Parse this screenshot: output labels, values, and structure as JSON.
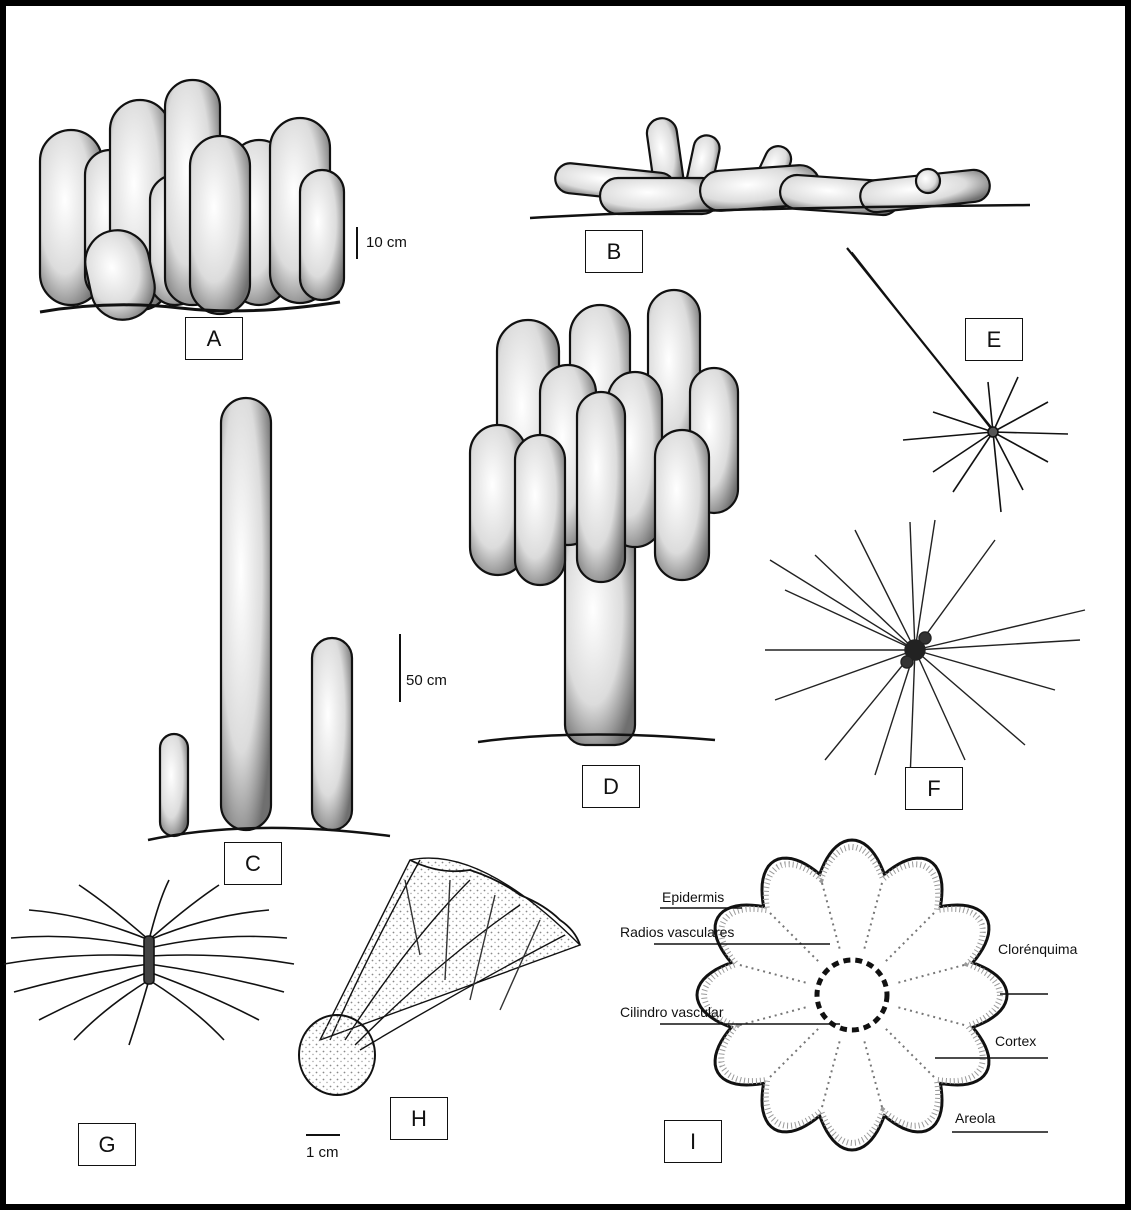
{
  "panels": [
    {
      "id": "A",
      "label": "A"
    },
    {
      "id": "B",
      "label": "B"
    },
    {
      "id": "C",
      "label": "C"
    },
    {
      "id": "D",
      "label": "D"
    },
    {
      "id": "E",
      "label": "E"
    },
    {
      "id": "F",
      "label": "F"
    },
    {
      "id": "G",
      "label": "G"
    },
    {
      "id": "H",
      "label": "H"
    },
    {
      "id": "I",
      "label": "I"
    }
  ],
  "scale_bars": {
    "a": "10 cm",
    "c": "50 cm",
    "h": "1 cm"
  },
  "section_labels": {
    "epidermis": "Epidermis",
    "radios": "Radios vasculares",
    "cilindro": "Cilindro vascular",
    "clorenquima": "Clorénquima",
    "cortex": "Cortex",
    "areola": "Areola"
  },
  "colors": {
    "ink": "#111111",
    "stipple": "#9a9a9a",
    "background": "#ffffff"
  }
}
